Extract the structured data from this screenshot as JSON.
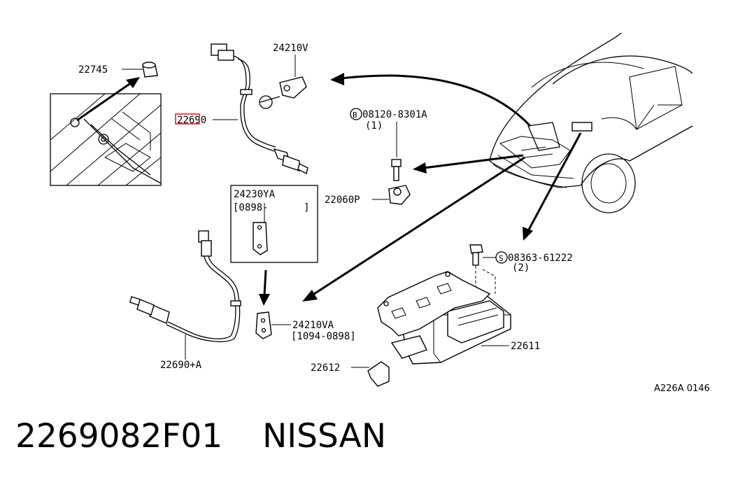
{
  "labels": {
    "p22745": "22745",
    "p24210v": "24210V",
    "p22690": "22690",
    "p08120_prefix": "B",
    "p08120": "08120-8301A",
    "p08120_qty": "(1)",
    "p22060p": "22060P",
    "p24230ya": "24230YA",
    "p24230ya_range": "[0898-      ]",
    "p08363_prefix": "S",
    "p08363": "08363-61222",
    "p08363_qty": "(2)",
    "p24210va": "24210VA",
    "p24210va_range": "[1094-0898]",
    "p22611": "22611",
    "p22690a": "22690+A",
    "p22612": "22612",
    "code": "A226A 0146"
  },
  "footer": {
    "part_number": "2269082F01",
    "brand": "NISSAN"
  },
  "highlight_color": "#e8202a"
}
